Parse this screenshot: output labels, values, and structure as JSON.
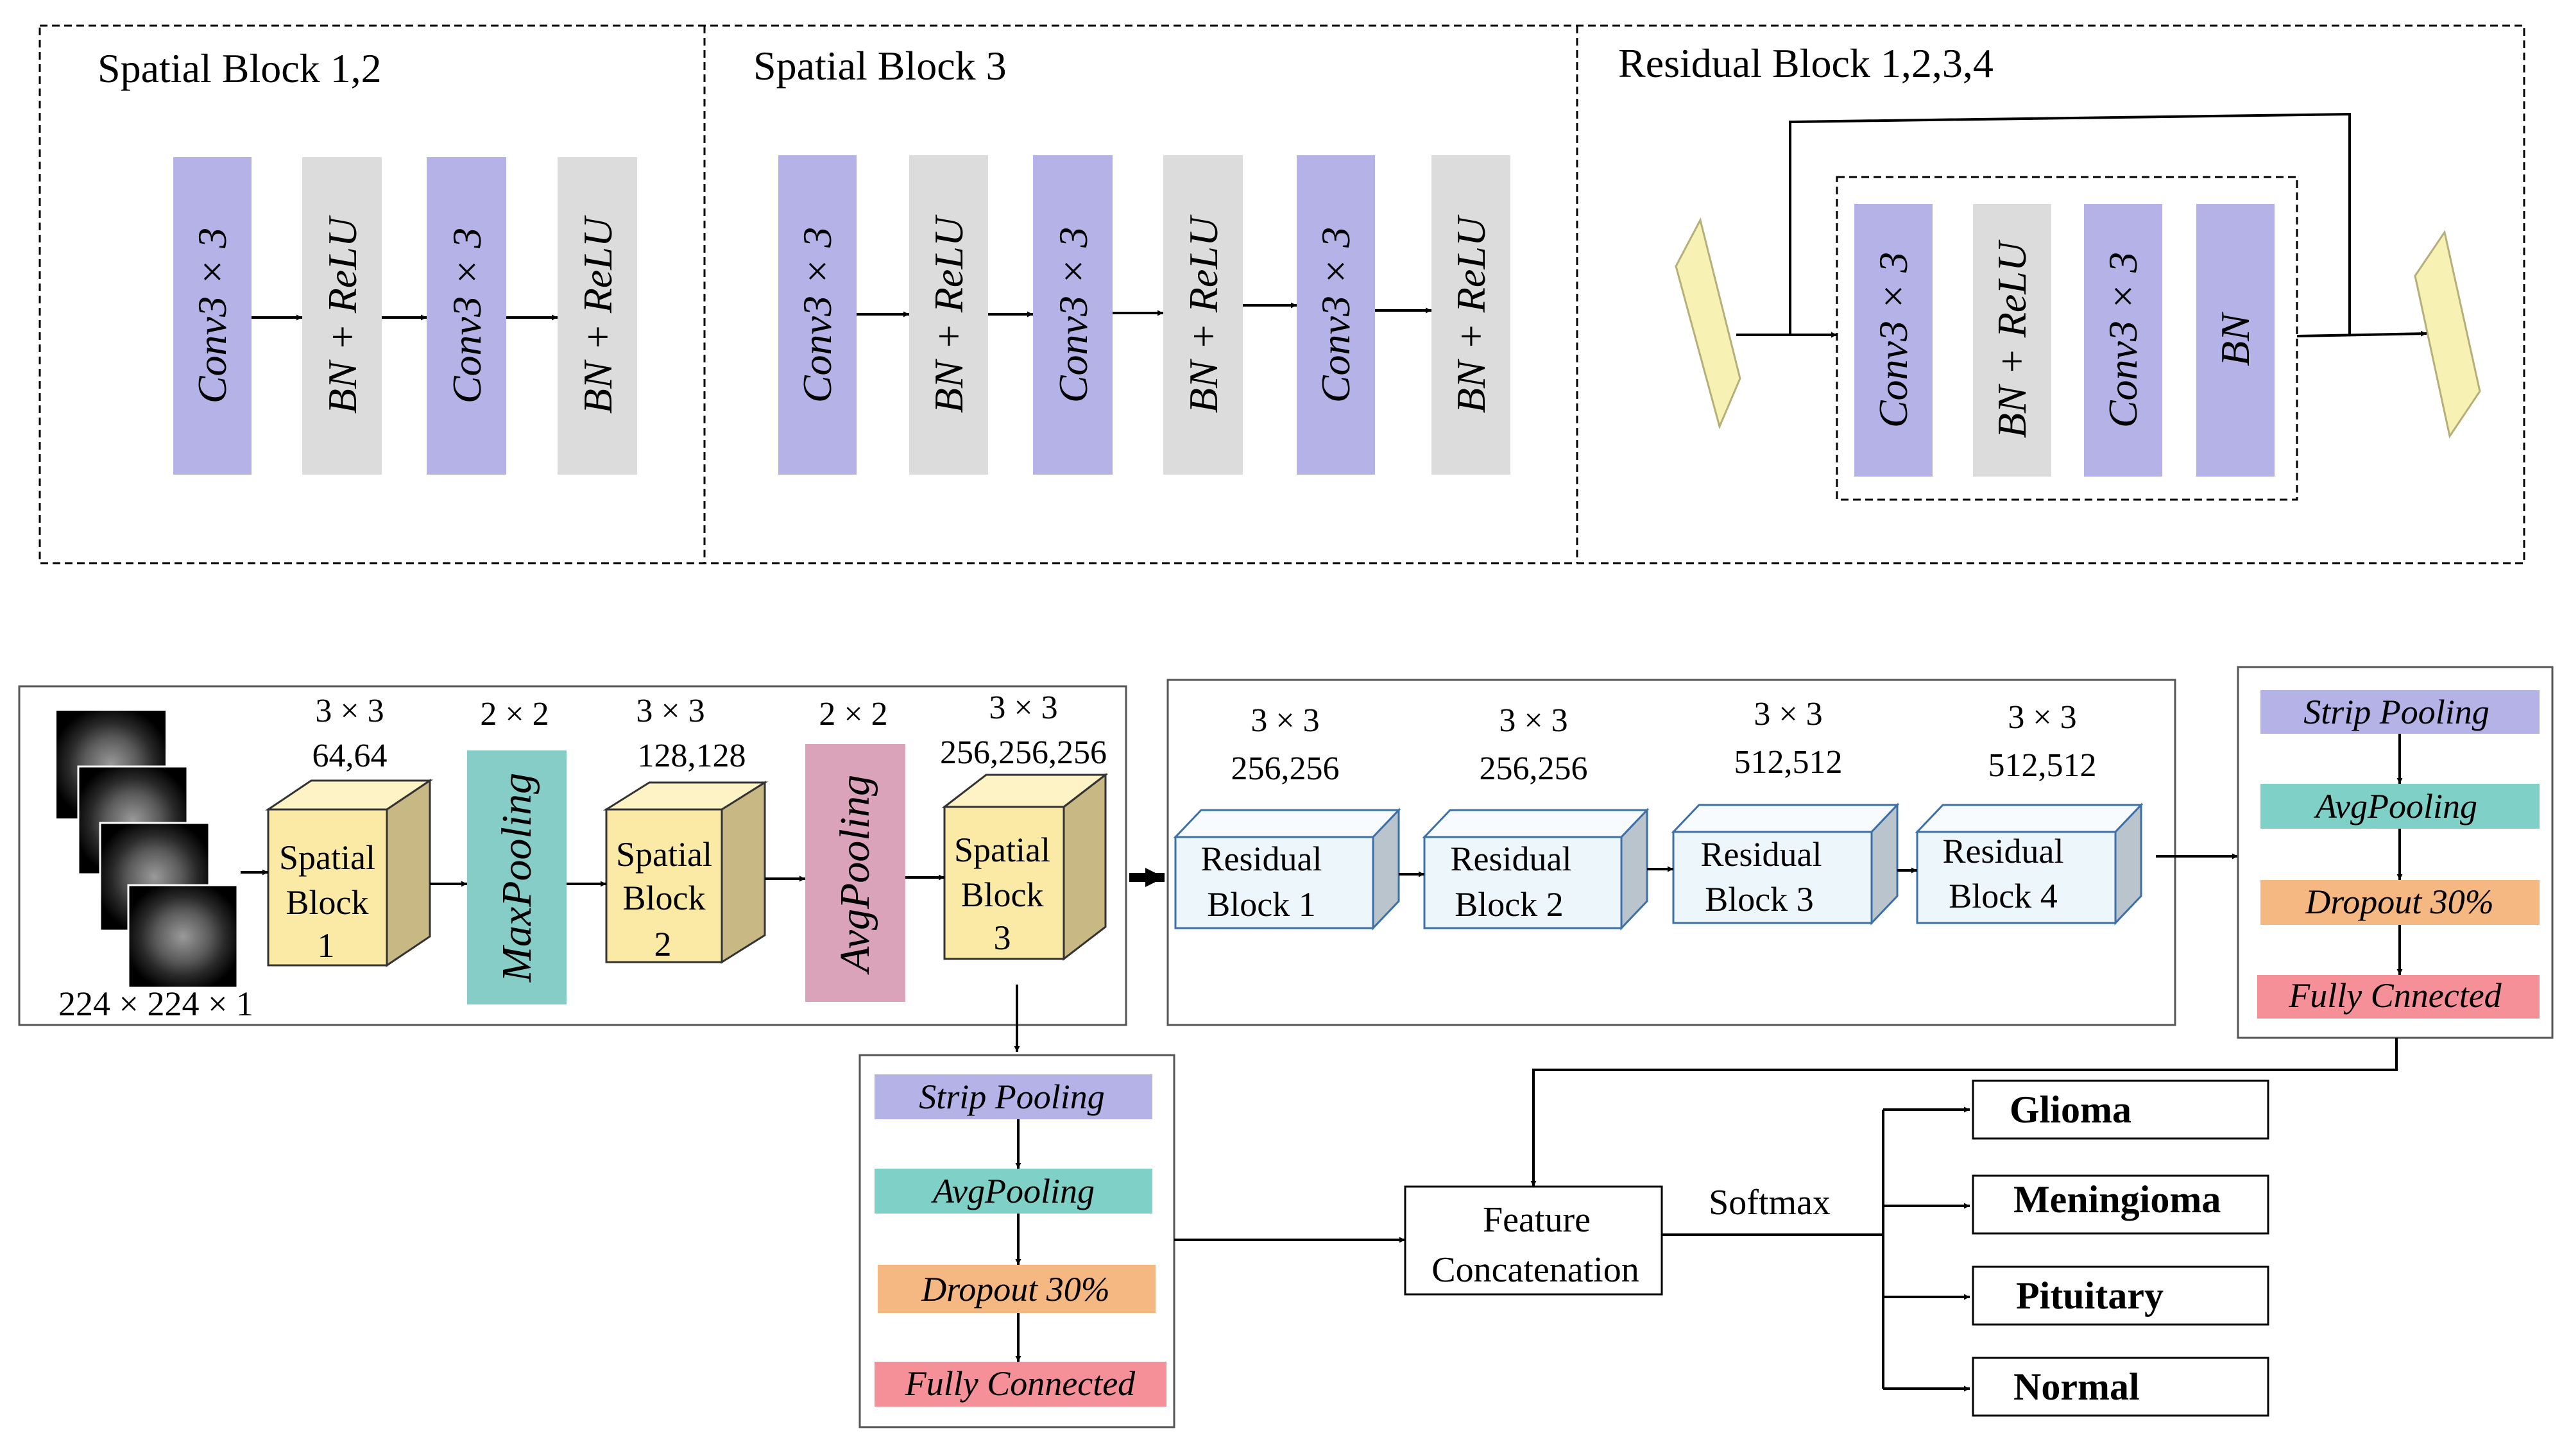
{
  "panels": {
    "spatial12_title": "Spatial Block 1,2",
    "spatial3_title": "Spatial Block 3",
    "residual_title": "Residual Block 1,2,3,4"
  },
  "layers": {
    "conv": "Conv3 × 3",
    "bnrelu": "BN + ReLU",
    "bn": "BN"
  },
  "pipeline": {
    "input_dim": "224 × 224 × 1",
    "sb1": {
      "kernel": "3 × 3",
      "filters": "64,64",
      "line1": "Spatial",
      "line2": "Block",
      "line3": "1"
    },
    "maxpool": {
      "size": "2 × 2",
      "label": "MaxPooling"
    },
    "sb2": {
      "kernel": "3 × 3",
      "filters": "128,128",
      "line1": "Spatial",
      "line2": "Block",
      "line3": "2"
    },
    "avgpool": {
      "size": "2 × 2",
      "label": "AvgPooling"
    },
    "sb3": {
      "kernel": "3 × 3",
      "filters": "256,256,256",
      "line1": "Spatial",
      "line2": "Block",
      "line3": "3"
    },
    "rb1": {
      "kernel": "3 × 3",
      "filters": "256,256",
      "line1": "Residual",
      "line2": "Block  1"
    },
    "rb2": {
      "kernel": "3 × 3",
      "filters": "256,256",
      "line1": "Residual",
      "line2": "Block  2"
    },
    "rb3": {
      "kernel": "3 × 3",
      "filters": "512,512",
      "line1": "Residual",
      "line2": "Block  3"
    },
    "rb4": {
      "kernel": "3 × 3",
      "filters": "512,512",
      "line1": "Residual",
      "line2": "Block  4"
    }
  },
  "head_right": {
    "strip": "Strip Pooling",
    "avg": "AvgPooling",
    "dropout": "Dropout 30%",
    "fc": "Fully Cnnected"
  },
  "head_bottom": {
    "strip": "Strip Pooling",
    "avg": "AvgPooling",
    "dropout": "Dropout 30%",
    "fc": "Fully Connected"
  },
  "fusion": {
    "line1": "Feature",
    "line2": "Concatenation",
    "softmax": "Softmax"
  },
  "classes": [
    "Glioma",
    "Meningioma",
    "Pituitary",
    "Normal"
  ],
  "colors": {
    "conv": "#b4b2e6",
    "bnrelu": "#dcdcdc",
    "block_front": "#fbeaa6",
    "block_side": "#c8b883",
    "maxpool": "#86cdc7",
    "avgpool": "#dba3ba",
    "res_front": "#edf7fb",
    "res_side": "#b9c4cc",
    "res_border": "#3d6fa8",
    "strip": "#b4b2e6",
    "avg": "#7fd0c7",
    "dropout": "#f6b882",
    "fc": "#f59098",
    "parallelogram": "#f7f1b3"
  }
}
